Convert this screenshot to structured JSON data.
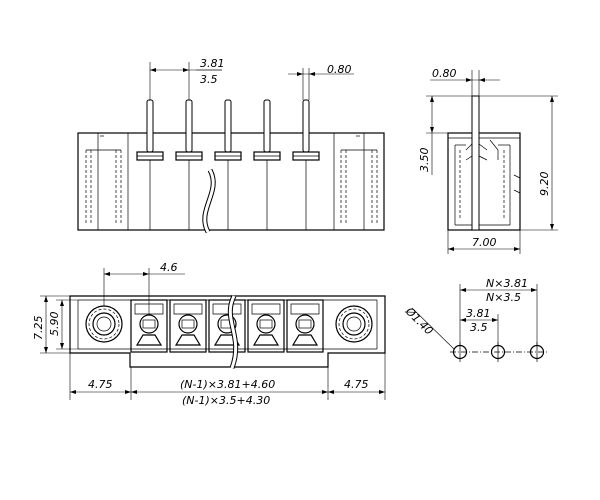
{
  "views": {
    "front": {
      "dims": {
        "pitch_381": "3.81",
        "pitch_35": "3.5",
        "pin_width": "0.80"
      }
    },
    "side": {
      "dims": {
        "pin_width": "0.80",
        "pin_height": "3.50",
        "total_height": "9.20",
        "depth": "7.00"
      }
    },
    "bottom": {
      "dims": {
        "offset": "4.6",
        "height_outer": "7.25",
        "height_inner": "5.90",
        "left_margin": "4.75",
        "right_margin": "4.75",
        "formula_381": "(N-1)×3.81+4.60",
        "formula_35": "(N-1)×3.5+4.30"
      }
    },
    "hole_pattern": {
      "dims": {
        "hole_dia": "Ø1.40",
        "pitch_381": "3.81",
        "pitch_35": "3.5",
        "span_381": "N×3.81",
        "span_35": "N×3.5"
      }
    }
  }
}
